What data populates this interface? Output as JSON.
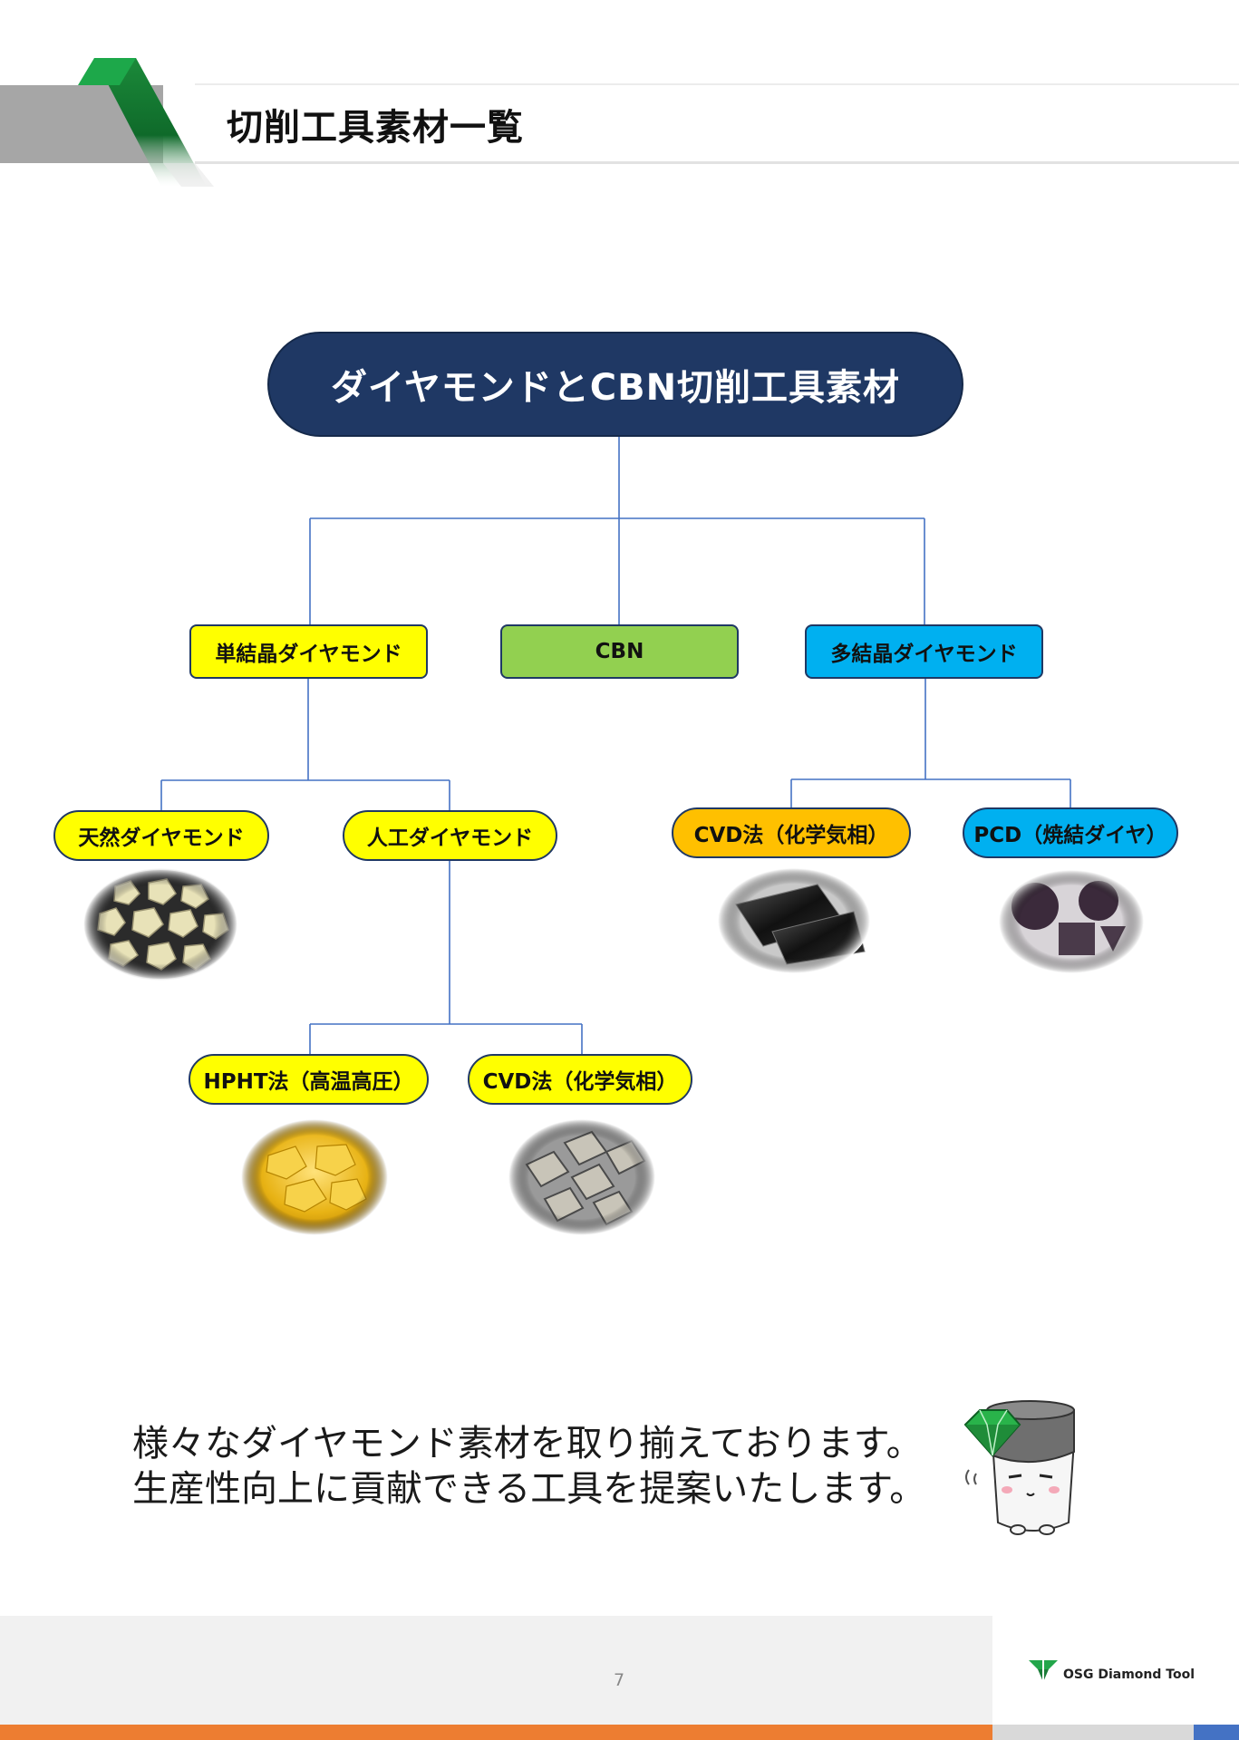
{
  "header": {
    "title": "切削工具素材一覧"
  },
  "diagram": {
    "root": "ダイヤモンドとCBN切削工具素材",
    "categories": {
      "single_crystal": "単結晶ダイヤモンド",
      "cbn": "CBN",
      "polycrystal": "多結晶ダイヤモンド"
    },
    "single_crystal_children": {
      "natural": "天然ダイヤモンド",
      "synthetic": "人工ダイヤモンド"
    },
    "synthetic_children": {
      "hpht": "HPHT法（高温高圧）",
      "cvd": "CVD法（化学気相）"
    },
    "polycrystal_children": {
      "cvd": "CVD法（化学気相）",
      "pcd": "PCD（焼結ダイヤ）"
    },
    "colors": {
      "root": "#1f3864",
      "single_crystal": "#ffff00",
      "cbn": "#92d050",
      "polycrystal": "#00b0f0",
      "cvd_poly": "#ffc000",
      "connector": "#4472c4"
    }
  },
  "message": {
    "line1": "様々なダイヤモンド素材を取り揃えております。",
    "line2": "生産性向上に貢献できる工具を提案いたします。"
  },
  "footer": {
    "page_number": "7",
    "brand": "OSG Diamond Tool"
  }
}
